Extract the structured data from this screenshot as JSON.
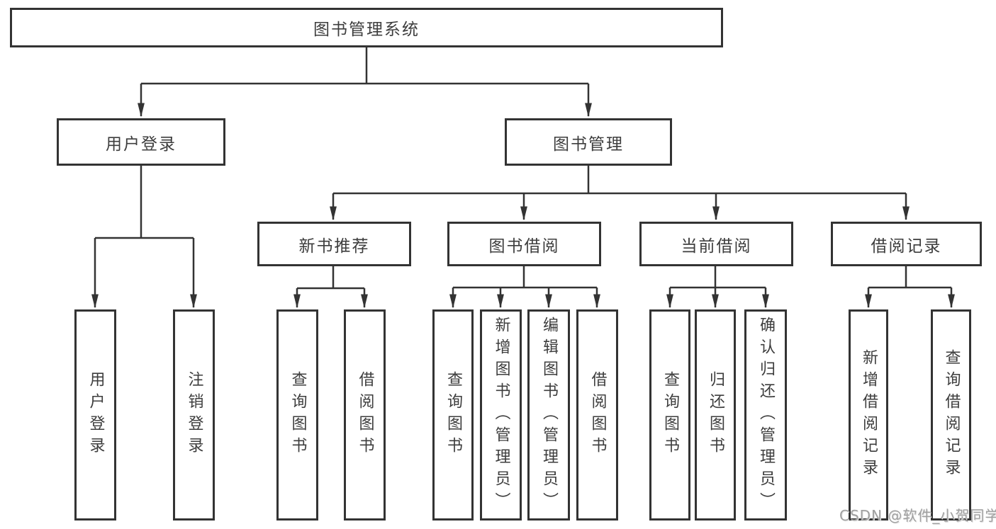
{
  "diagram": {
    "root": "图书管理系统",
    "level2": {
      "user_login": "用户登录",
      "book_mgmt": "图书管理"
    },
    "level3": {
      "new_book": "新书推荐",
      "borrowing": "图书借阅",
      "current": "当前借阅",
      "records": "借阅记录"
    },
    "leaves": {
      "ul_login": "用户登录",
      "ul_logout": "注销登录",
      "nb_query": "查询图书",
      "nb_borrow": "借阅图书",
      "bb_query": "查询图书",
      "bb_add": "新增图书（管理员）",
      "bb_edit": "编辑图书（管理员）",
      "bb_borrow": "借阅图书",
      "cb_query": "查询图书",
      "cb_return": "归还图书",
      "cb_confirm": "确认归还（管理员）",
      "br_add": "新增借阅记录",
      "br_query": "查询借阅记录"
    }
  },
  "watermark": "CSDN @软件_小贺同学",
  "colors": {
    "line": "#333333",
    "text": "#3d3d3d",
    "watermark": "#a0a0a0",
    "background": "#ffffff"
  }
}
